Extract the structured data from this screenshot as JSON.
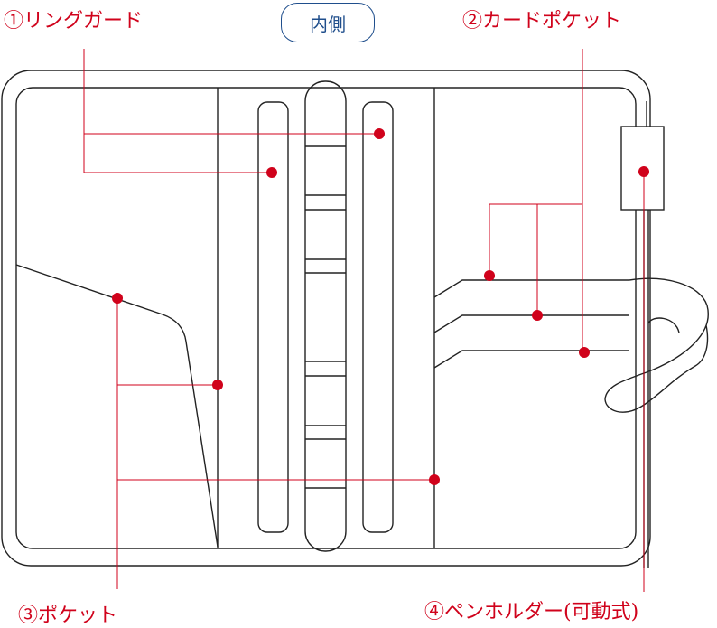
{
  "title": "内側",
  "labels": {
    "ring_guard": "①リングガード",
    "card_pocket": "②カードポケット",
    "pocket": "③ポケット",
    "pen_holder": "④ペンホルダー(可動式)"
  },
  "colors": {
    "accent": "#d0021b",
    "title_border": "#1f4e8c",
    "outline": "#222222"
  }
}
